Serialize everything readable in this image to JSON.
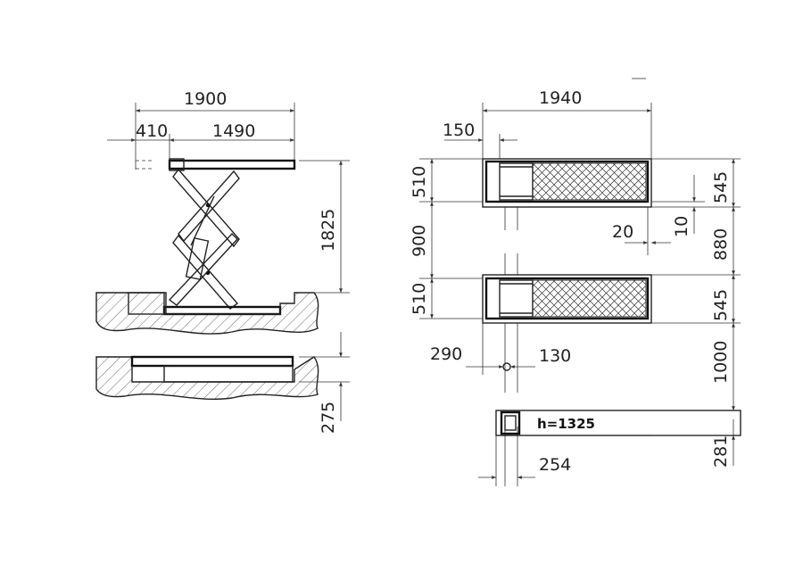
{
  "dimensions": {
    "side_total_width": "1900",
    "side_offset": "410",
    "side_platform_length": "1490",
    "side_max_height": "1825",
    "side_lowered_height": "275",
    "top_total_length": "1940",
    "top_front_offset": "150",
    "top_platform_width_1": "510",
    "top_gap_between": "900",
    "top_platform_width_2": "510",
    "top_pit_width_1": "545",
    "top_pit_gap": "880",
    "top_pit_width_2": "545",
    "top_edge_20": "20",
    "top_edge_10": "10",
    "top_pivot_offset": "290",
    "top_pivot_130": "130",
    "top_track_clearance": "1000",
    "bottom_box_height": "281",
    "bottom_box_offset": "254",
    "bottom_box_label": "h=1325"
  },
  "colors": {
    "line": "#111111",
    "dimension": "#333333",
    "background": "#ffffff"
  }
}
